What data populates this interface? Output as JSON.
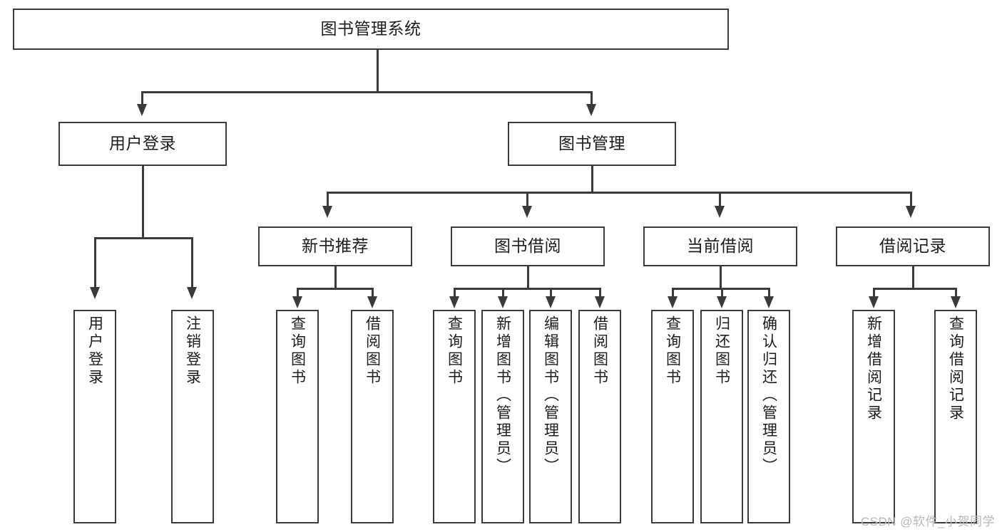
{
  "diagram": {
    "type": "hierarchy-tree",
    "title": "图书管理系统",
    "watermark": "CSDN @软件_小贺同学",
    "colors": {
      "stroke": "#3a3a3a",
      "fill": "#ffffff",
      "text": "#1c1c1c",
      "watermark": "#b9b9b9"
    },
    "nodes": {
      "root": {
        "label": "图书管理系统",
        "level": 1,
        "orientation": "horizontal"
      },
      "n_user_login": {
        "label": "用户登录",
        "level": 2,
        "orientation": "horizontal"
      },
      "n_book_mgmt": {
        "label": "图书管理",
        "level": 2,
        "orientation": "horizontal"
      },
      "n_new_book_rec": {
        "label": "新书推荐",
        "level": 3,
        "orientation": "horizontal"
      },
      "n_book_borrow": {
        "label": "图书借阅",
        "level": 3,
        "orientation": "horizontal"
      },
      "n_current_borrow": {
        "label": "当前借阅",
        "level": 3,
        "orientation": "horizontal"
      },
      "n_borrow_record": {
        "label": "借阅记录",
        "level": 3,
        "orientation": "horizontal"
      },
      "l_user_login": {
        "label": "用户登录",
        "level": 4,
        "orientation": "vertical"
      },
      "l_user_logout": {
        "label": "注销登录",
        "level": 4,
        "orientation": "vertical"
      },
      "l_query_book_1": {
        "label": "查询图书",
        "level": 4,
        "orientation": "vertical"
      },
      "l_borrow_book_1": {
        "label": "借阅图书",
        "level": 4,
        "orientation": "vertical"
      },
      "l_query_book_2": {
        "label": "查询图书",
        "level": 4,
        "orientation": "vertical"
      },
      "l_add_book": {
        "label": "新增图书（管理员）",
        "level": 4,
        "orientation": "vertical"
      },
      "l_edit_book": {
        "label": "编辑图书（管理员）",
        "level": 4,
        "orientation": "vertical"
      },
      "l_borrow_book_2": {
        "label": "借阅图书",
        "level": 4,
        "orientation": "vertical"
      },
      "l_query_book_3": {
        "label": "查询图书",
        "level": 4,
        "orientation": "vertical"
      },
      "l_return_book": {
        "label": "归还图书",
        "level": 4,
        "orientation": "vertical"
      },
      "l_confirm_return": {
        "label": "确认归还（管理员）",
        "level": 4,
        "orientation": "vertical"
      },
      "l_add_record": {
        "label": "新增借阅记录",
        "level": 4,
        "orientation": "vertical"
      },
      "l_query_record": {
        "label": "查询借阅记录",
        "level": 4,
        "orientation": "vertical"
      }
    },
    "edges": [
      {
        "from": "root",
        "to": "n_user_login"
      },
      {
        "from": "root",
        "to": "n_book_mgmt"
      },
      {
        "from": "n_book_mgmt",
        "to": "n_new_book_rec"
      },
      {
        "from": "n_book_mgmt",
        "to": "n_book_borrow"
      },
      {
        "from": "n_book_mgmt",
        "to": "n_current_borrow"
      },
      {
        "from": "n_book_mgmt",
        "to": "n_borrow_record"
      },
      {
        "from": "n_user_login",
        "to": "l_user_login"
      },
      {
        "from": "n_user_login",
        "to": "l_user_logout"
      },
      {
        "from": "n_new_book_rec",
        "to": "l_query_book_1"
      },
      {
        "from": "n_new_book_rec",
        "to": "l_borrow_book_1"
      },
      {
        "from": "n_book_borrow",
        "to": "l_query_book_2"
      },
      {
        "from": "n_book_borrow",
        "to": "l_add_book"
      },
      {
        "from": "n_book_borrow",
        "to": "l_edit_book"
      },
      {
        "from": "n_book_borrow",
        "to": "l_borrow_book_2"
      },
      {
        "from": "n_current_borrow",
        "to": "l_query_book_3"
      },
      {
        "from": "n_current_borrow",
        "to": "l_return_book"
      },
      {
        "from": "n_current_borrow",
        "to": "l_confirm_return"
      },
      {
        "from": "n_borrow_record",
        "to": "l_add_record"
      },
      {
        "from": "n_borrow_record",
        "to": "l_query_record"
      }
    ]
  }
}
